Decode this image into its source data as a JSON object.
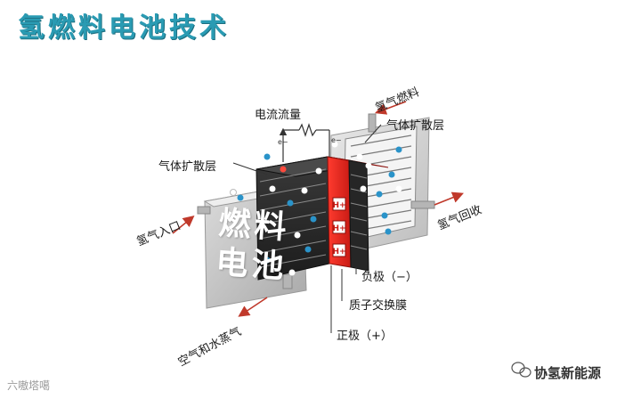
{
  "title": "氢燃料电池技术",
  "labels": {
    "current_flow": "电流流量",
    "gas_diffusion_left": "气体扩散层",
    "gas_diffusion_right": "气体扩散层",
    "hydrogen_fuel": "氢气燃料",
    "hydrogen_inlet": "氢气入口",
    "hydrogen_recovery": "氢气回收",
    "anode": "负极（−）",
    "membrane": "质子交换膜",
    "cathode": "正极（+）",
    "air_and_steam": "空气和水蒸气",
    "plate_text_line1": "燃料",
    "plate_text_line2": "电池",
    "proton_symbol": "H+",
    "electron_symbol": "e−"
  },
  "watermark": {
    "left": "六嗷塔噶",
    "right": "协氢新能源"
  },
  "colors": {
    "title": "#2a9bb3",
    "membrane": "#e02020",
    "hydrogen_dot": "#2a93c9",
    "arrow": "#c0392b"
  }
}
